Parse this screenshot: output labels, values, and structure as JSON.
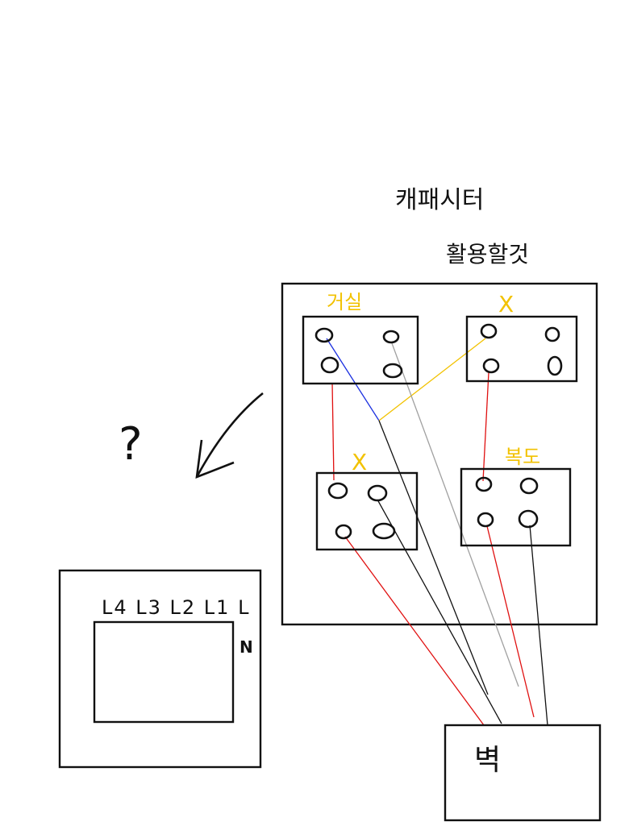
{
  "notes": {
    "line1": "캐패시터",
    "line2": "활용할것"
  },
  "switches": [
    {
      "label": "거실"
    },
    {
      "label": "X"
    },
    {
      "label": "X"
    },
    {
      "label": "복도"
    }
  ],
  "question": "?",
  "breaker": {
    "terminals": "L4 L3 L2 L1 L",
    "neutral": "N"
  },
  "wall": {
    "label": "벽"
  },
  "colors": {
    "ink": "#111111",
    "highlight": "#f2c200",
    "red": "#e01010",
    "blue": "#1a2fe0",
    "gray": "#a0a0a0"
  }
}
